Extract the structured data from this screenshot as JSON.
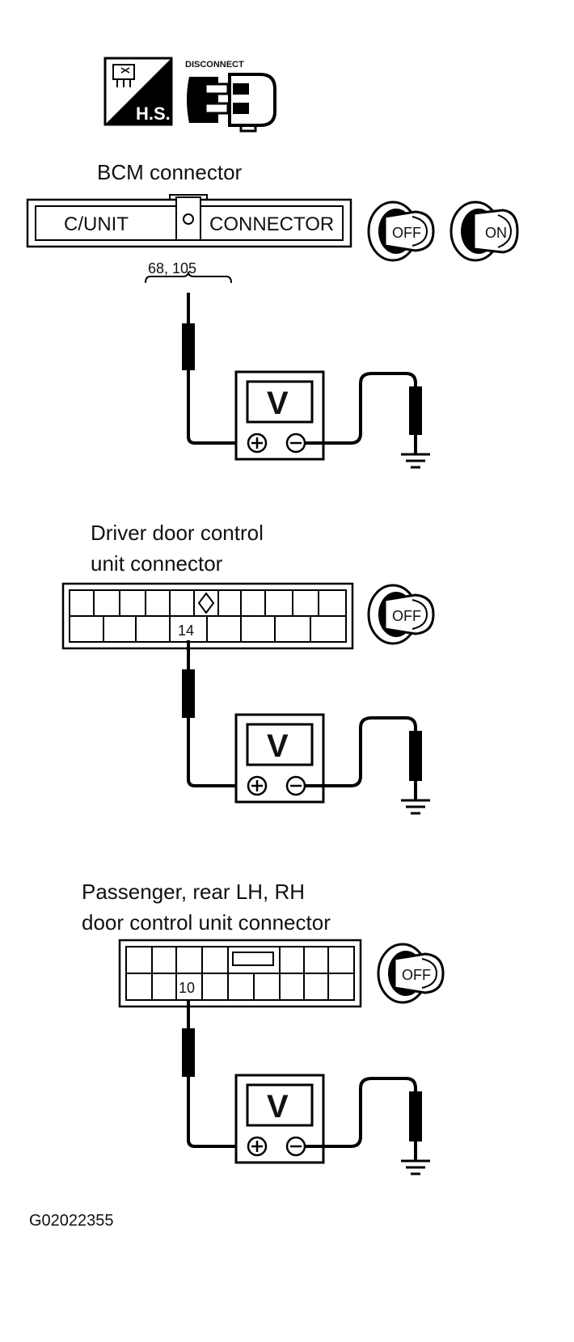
{
  "icons": {
    "harness_label": "H.S.",
    "disconnect_label": "DISCONNECT"
  },
  "bcm": {
    "title": "BCM connector",
    "cunit_label": "C/UNIT",
    "connector_label": "CONNECTOR",
    "terminals": "68, 105"
  },
  "driver": {
    "title_line1": "Driver door control",
    "title_line2": "unit connector",
    "terminal": "14"
  },
  "passenger": {
    "title_line1": "Passenger, rear LH, RH",
    "title_line2": "door control unit connector",
    "terminal": "10"
  },
  "keys": {
    "off": "OFF",
    "on": "ON"
  },
  "meter": {
    "label": "V"
  },
  "figure_code": "G02022355"
}
